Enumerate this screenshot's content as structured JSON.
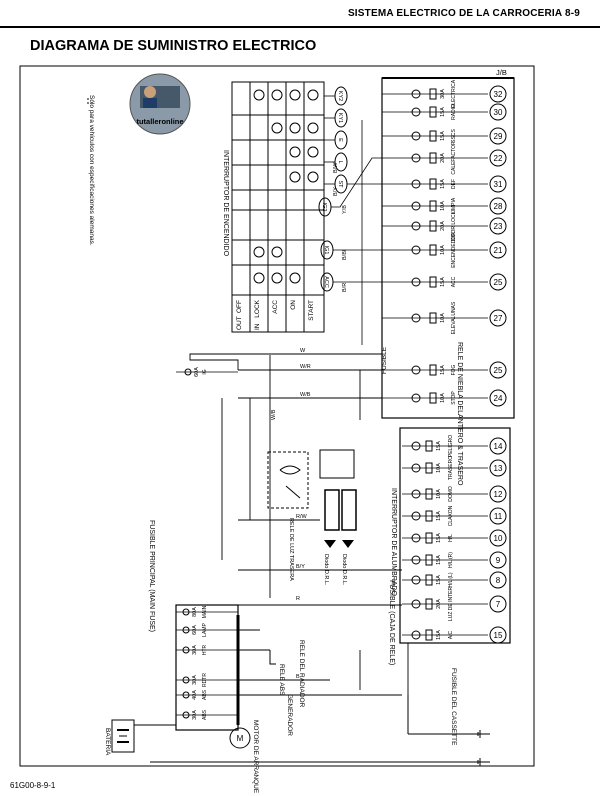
{
  "header": {
    "section_title": "SISTEMA ELECTRICO DE LA CARROCERIA   8-9"
  },
  "title": "DIAGRAMA DE SUMINISTRO ELECTRICO",
  "footer": {
    "code": "61G00-8-9-1"
  },
  "watermark": {
    "text": "tutalleronline"
  },
  "note": {
    "text": "Sólo para vehículos con especificaciones alemanas."
  },
  "labels": {
    "jb": "J/B",
    "ignition_switch": "INTERRUPTOR DE ENCENDIDO",
    "light_switch": "INTERRUPTOR DE ALUMBRADO",
    "main_fuse": "FUSIBLE PRINCIPAL (MAIN FUSE)",
    "fuse_relay_box": "FUSIBLE (CAJA DE RELE)",
    "fog_relay": "RELE DE NIEBLA DELANTERO & TRASERO",
    "fuse": "FUSIBLE",
    "tail_relay": "RELE DE LUZ TRASERA",
    "abs_relay": "RELE ABS",
    "radiator_relay": "RELE DEL RADIADOR",
    "generator": "GENERADOR",
    "starter": "MOTOR DE ARRANQUE",
    "battery": "BATERIA",
    "cassette_fuse": "FUSIBLE DEL CASSETTE",
    "diode1": "Diodo D.R.L.",
    "diode2": "Diodo D.R.L."
  },
  "ignition_table": {
    "header": [
      "OUT",
      "IN"
    ],
    "positions": [
      "OFF",
      "LOCK",
      "ACC",
      "ON",
      "START"
    ],
    "terminals": [
      "IG1",
      "IG2",
      "ST",
      "ACC",
      "L",
      "E",
      "KY1",
      "KY2"
    ]
  },
  "wire_colors": {
    "ky2": "B/O",
    "ky1": "B/R",
    "e": "B",
    "l": "B/W",
    "st": "B/Y",
    "ig2": "Y/B",
    "ig1": "B/Bl",
    "acc": "B/R",
    "main_w": "W",
    "wr": "W/R",
    "wb": "W/B",
    "wb2": "W/B",
    "by": "B/Y",
    "rw": "R/W",
    "by2": "B/Y",
    "r": "R",
    "wbl": "W/Bl",
    "r2": "R",
    "bw": "B/W",
    "b": "B"
  },
  "jb_fuses": [
    {
      "rating": "10A",
      "name": "STOP",
      "circuit": "24"
    },
    {
      "rating": "15A",
      "name": "FOG",
      "circuit": "25"
    },
    {
      "rating": "10A",
      "name": "ELEVALUNAS",
      "circuit": "27"
    },
    {
      "rating": "15A",
      "name": "ACC",
      "circuit": "25"
    },
    {
      "rating": "10A",
      "name": "ENCENDEDOR",
      "circuit": "21"
    },
    {
      "rating": "20A",
      "name": "DOOR LOCK",
      "circuit": "23"
    },
    {
      "rating": "10A",
      "name": "LIMPIA",
      "circuit": "28"
    },
    {
      "rating": "15A",
      "name": "DEF",
      "circuit": "31"
    },
    {
      "rating": "20A",
      "name": "CALEFACTOR",
      "circuit": "22"
    },
    {
      "rating": "15A",
      "name": "SSCS",
      "circuit": "29"
    },
    {
      "rating": "15A",
      "name": "RADIO",
      "circuit": "30"
    },
    {
      "rating": "30A",
      "name": "ELECTRICA",
      "circuit": "32"
    }
  ],
  "relay_box_fuses": [
    {
      "rating": "15A",
      "name": "A/C",
      "circuit": "15"
    },
    {
      "rating": "20A",
      "name": "LUZ DE INTER",
      "circuit": "7"
    },
    {
      "rating": "15A",
      "name": "H/L (L)",
      "circuit": "8"
    },
    {
      "rating": "15A",
      "name": "H/L (R)",
      "circuit": "9"
    },
    {
      "rating": "15A",
      "name": "H/L",
      "circuit": "10"
    },
    {
      "rating": "15A",
      "name": "CLAXON",
      "circuit": "11"
    },
    {
      "rating": "10A",
      "name": "DOMO",
      "circuit": "12"
    },
    {
      "rating": "10A",
      "name": "TRASERO",
      "circuit": "13"
    },
    {
      "rating": "15A",
      "name": "PELIGRO",
      "circuit": "14"
    }
  ],
  "main_fuses": [
    {
      "rating": "60A",
      "name": "IG"
    },
    {
      "rating": "30A",
      "name": "ABS"
    },
    {
      "rating": "40A",
      "name": "ABS"
    },
    {
      "rating": "30A",
      "name": "RDTR"
    },
    {
      "rating": "30A",
      "name": "HTR"
    },
    {
      "rating": "60A",
      "name": "LAMP"
    },
    {
      "rating": "80A",
      "name": "MAIN"
    }
  ]
}
